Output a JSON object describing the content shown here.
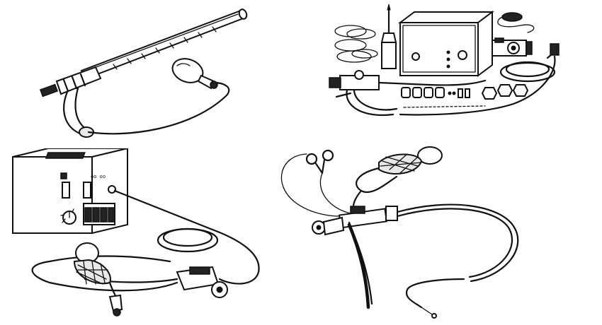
{
  "illustration": {
    "panels": [
      {
        "id": "rigid-endoscope-with-bulb"
      },
      {
        "id": "endoscope-kit-with-light-source"
      },
      {
        "id": "light-source-with-flexible-scope"
      },
      {
        "id": "flexible-fiberscope-with-forceps"
      }
    ],
    "colors": {
      "ink": "#111111",
      "background": "#ffffff"
    }
  }
}
